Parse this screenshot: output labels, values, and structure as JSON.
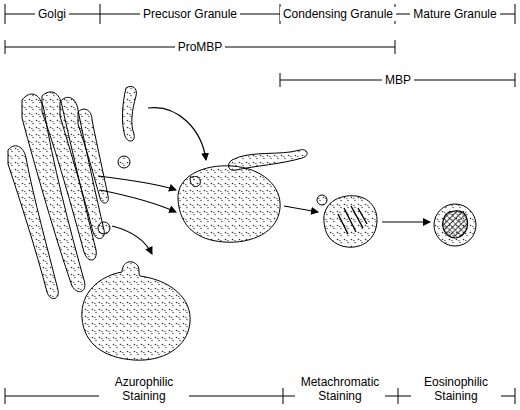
{
  "diagram": {
    "labels": [
      "Golgi",
      "Precusor Granule",
      "Condensing Granule",
      "Mature Granule",
      "ProMBP",
      "MBP",
      "Azurophilic Staining",
      "Metachromatic Staining",
      "Eosinophilic Staining"
    ]
  }
}
